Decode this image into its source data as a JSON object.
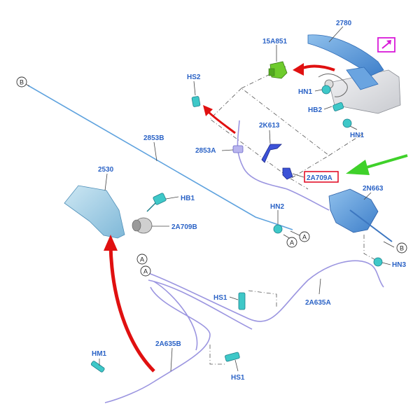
{
  "labels": {
    "p2780": "2780",
    "p15A851": "15A851",
    "hs2_top": "HS2",
    "hn1_a": "HN1",
    "hb2": "HB2",
    "hn1_b": "HN1",
    "p2K613": "2K613",
    "p2853B": "2853B",
    "p2853A": "2853A",
    "p2530": "2530",
    "hb1": "HB1",
    "p2A709B": "2A709B",
    "p2A709A": "2A709A",
    "p2N663": "2N663",
    "hn2": "HN2",
    "hn3": "HN3",
    "hs1_mid": "HS1",
    "p2A635A": "2A635A",
    "p2A635B": "2A635B",
    "hm1": "HM1",
    "hs1_bot": "HS1"
  },
  "callouts": {
    "b_top": "B",
    "b_right": "B",
    "a_right_1": "A",
    "a_right_2": "A",
    "a_left_1": "A",
    "a_left_2": "A"
  },
  "colors": {
    "label": "#2b63c6",
    "highlight_box": "#e0001b",
    "red_arrow": "#e01010",
    "green_arrow": "#3fd12a",
    "magenta_icon": "#d81ad8",
    "cable": "#9b95e0",
    "rod": "#5ea2de",
    "fastener": "#3ec8c8",
    "bracket": "#5f9ee6"
  },
  "icons": {
    "top_right": "external-link-icon"
  }
}
